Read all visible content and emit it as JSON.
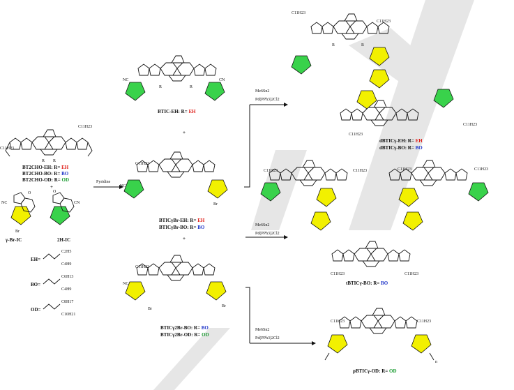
{
  "colors": {
    "red": "#e0201b",
    "blue": "#1f35c8",
    "green": "#179a2e",
    "green_fill": "#39d24b",
    "yellow_fill": "#f2f000",
    "watermark": "#d9d9d9"
  },
  "left": {
    "c11_label": "C11H23",
    "bt2cho_eh": {
      "prefix": "BT2CHO-EH: R= ",
      "r": "EH"
    },
    "bt2cho_bo": {
      "prefix": "BT2CHO-BO: R= ",
      "r": "BO"
    },
    "bt2cho_od": {
      "prefix": "BT2CHO-OD: R= ",
      "r": "OD"
    },
    "plus": "+",
    "r_label": "R",
    "br_label": "Br",
    "gamma_br_ic": "γ-Br-IC",
    "h2_ic": "2H-IC",
    "nc": "NC",
    "cn": "CN",
    "o": "O",
    "eh_def": "EH=",
    "bo_def": "BO=",
    "od_def": "OD=",
    "chain_c2h5": "C2H5",
    "chain_c4h9": "C4H9",
    "chain_c6h13": "C6H13",
    "chain_c8h17": "C8H17",
    "chain_c10h21": "C10H21"
  },
  "arrow_main": {
    "reagent": "Pyridine"
  },
  "middle": {
    "btic_eh": {
      "prefix": "BTIC-EH: R= ",
      "r": "EH"
    },
    "plus1": "+",
    "plus2": "+",
    "bticybr_eh": {
      "prefix": "BTICγBr-EH: R= ",
      "r": "EH"
    },
    "bticybr_bo": {
      "prefix": "BTICγBr-BO: R= ",
      "r": "BO"
    },
    "btic2br_bo": {
      "prefix": "BTICγ2Br-BO: R= ",
      "r": "BO"
    },
    "btic2br_od": {
      "prefix": "BTICγ2Br-OD: R= ",
      "r": "OD"
    }
  },
  "reactions": [
    {
      "reagent1": "Me6Sn2",
      "reagent2": "Pd(PPh3)2Cl2"
    },
    {
      "reagent1": "Me6Sn2",
      "reagent2": "Pd(PPh3)2Cl2"
    },
    {
      "reagent1": "Me6Sn2",
      "reagent2": "Pd(PPh3)2Cl2"
    }
  ],
  "right": {
    "dbtic_eh": {
      "prefix": "dBTICγ-EH: R= ",
      "r": "EH"
    },
    "dbtic_bo": {
      "prefix": "dBTICγ-BO: R= ",
      "r": "BO"
    },
    "tbtic_bo": {
      "prefix": "tBTICγ-BO: R= ",
      "r": "BO"
    },
    "pbtic_od": {
      "prefix": "pBTICγ-OD: R= ",
      "r": "OD"
    },
    "n_label": "n"
  }
}
